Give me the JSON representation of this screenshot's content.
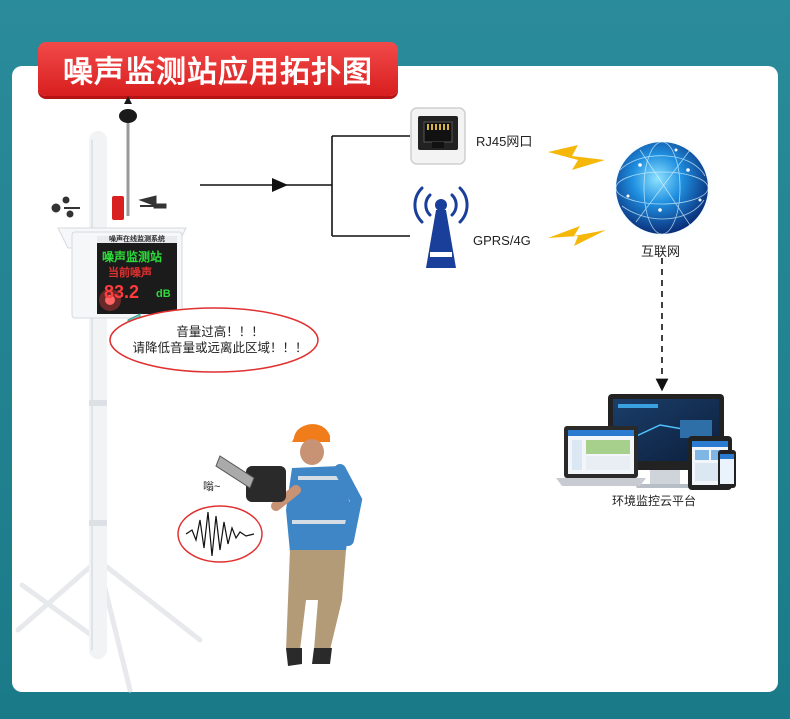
{
  "title": "噪声监测站应用拓扑图",
  "nodes": {
    "rj45": {
      "label": "RJ45网口",
      "icon": "ethernet-port-icon"
    },
    "gprs": {
      "label": "GPRS/4G",
      "icon": "cell-tower-icon"
    },
    "internet": {
      "label": "互联网",
      "icon": "globe-icon"
    },
    "platform": {
      "label": "环境监控云平台",
      "icon": "devices-icon"
    }
  },
  "station": {
    "header": "噪声在线监测系统",
    "display_line1": "噪声监测站",
    "display_line2": "当前噪声",
    "reading": "83.2",
    "unit": "dB"
  },
  "warning": {
    "line1": "音量过高！！！",
    "line2": "请降低音量或远离此区域！！！"
  },
  "worker": {
    "sound": "嗡~"
  },
  "colors": {
    "banner": "#e22a2a",
    "background": "#1f7f90",
    "lightning": "#f5b80a",
    "lcd_text": "#2ddc3a",
    "warning_ellipse": "#e03030"
  }
}
